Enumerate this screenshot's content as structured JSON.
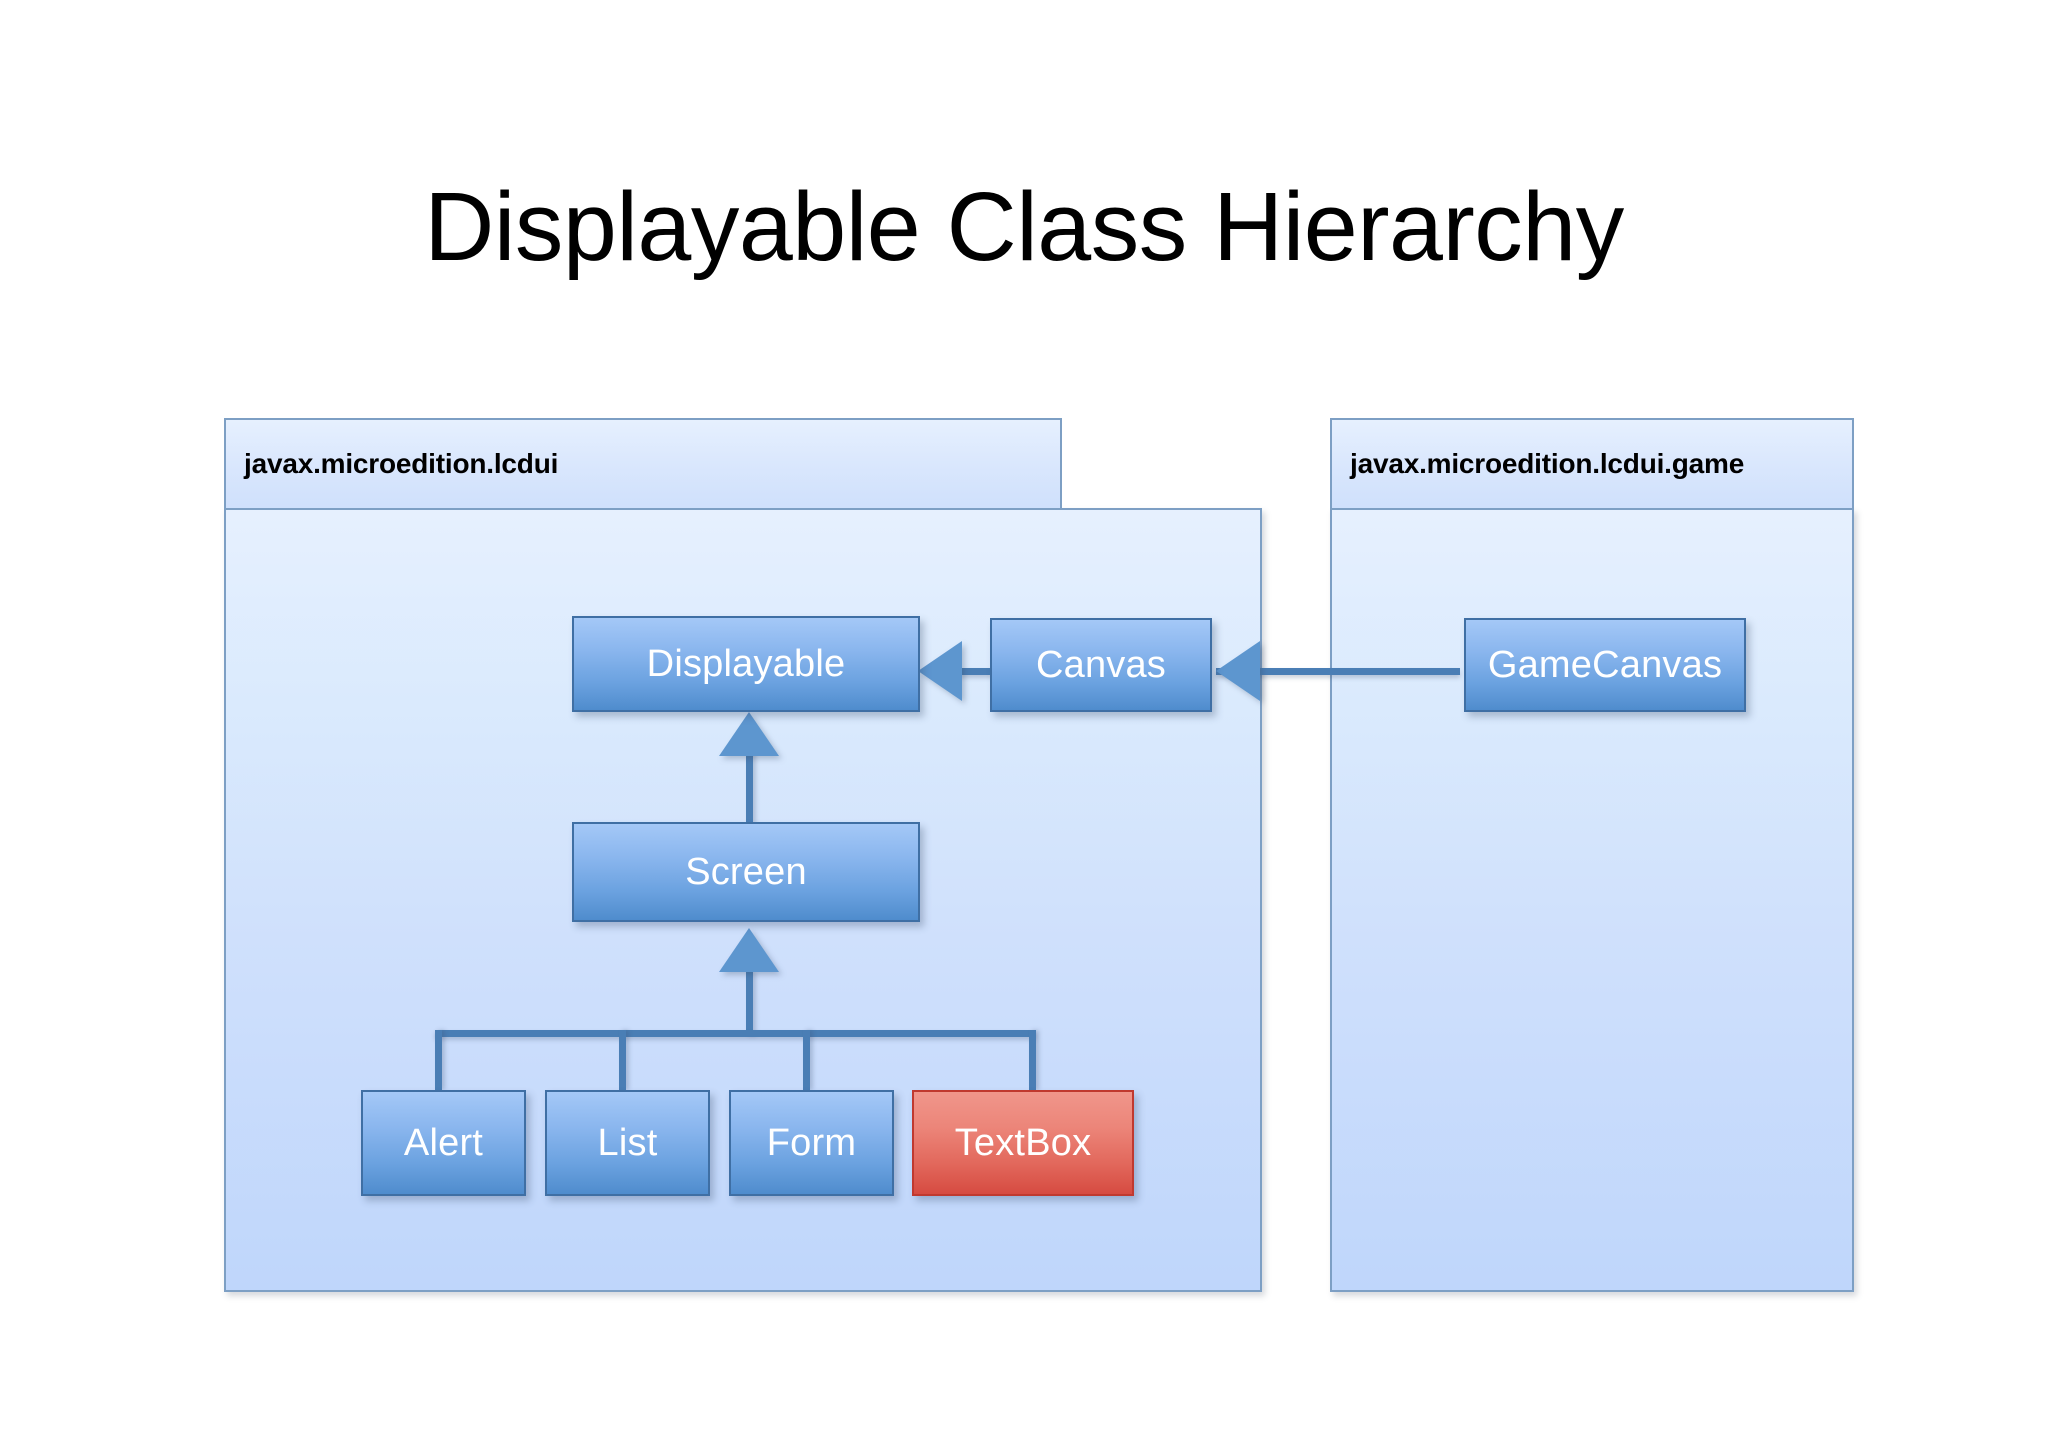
{
  "slide": {
    "title": "Displayable Class Hierarchy"
  },
  "packages": [
    {
      "id": "lcdui",
      "label": "javax.microedition.lcdui"
    },
    {
      "id": "lcdui-game",
      "label": "javax.microedition.lcdui.game"
    }
  ],
  "classes": {
    "displayable": {
      "label": "Displayable",
      "color": "blue"
    },
    "canvas": {
      "label": "Canvas",
      "color": "blue"
    },
    "gamecanvas": {
      "label": "GameCanvas",
      "color": "blue"
    },
    "screen": {
      "label": "Screen",
      "color": "blue"
    },
    "alert": {
      "label": "Alert",
      "color": "blue"
    },
    "list": {
      "label": "List",
      "color": "blue"
    },
    "form": {
      "label": "Form",
      "color": "blue"
    },
    "textbox": {
      "label": "TextBox",
      "color": "red"
    }
  },
  "colors": {
    "box_blue_top": "#a4c8f7",
    "box_blue_bottom": "#4f8ccd",
    "box_blue_border": "#3f6fa4",
    "box_red_top": "#f0968b",
    "box_red_bottom": "#d64b41",
    "box_red_border": "#c0392f",
    "package_fill_top": "#e6f0fe",
    "package_fill_bottom": "#bfd6fb",
    "package_border": "#7d9fc4",
    "connector": "#4a7eb5",
    "arrowhead": "#5d96cf",
    "title_text": "#000000",
    "box_text": "#ffffff",
    "background": "#ffffff"
  },
  "relationships": [
    {
      "from": "Canvas",
      "to": "Displayable",
      "type": "generalization"
    },
    {
      "from": "GameCanvas",
      "to": "Canvas",
      "type": "generalization"
    },
    {
      "from": "Screen",
      "to": "Displayable",
      "type": "generalization"
    },
    {
      "from": "Alert",
      "to": "Screen",
      "type": "generalization"
    },
    {
      "from": "List",
      "to": "Screen",
      "type": "generalization"
    },
    {
      "from": "Form",
      "to": "Screen",
      "type": "generalization"
    },
    {
      "from": "TextBox",
      "to": "Screen",
      "type": "generalization"
    }
  ]
}
